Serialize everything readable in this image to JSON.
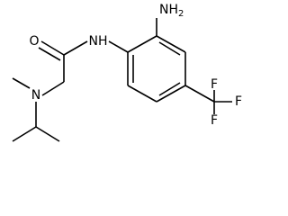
{
  "molecule": {
    "atom_labels": {
      "carbonyl_oxygen": "O",
      "amide_nitrogen": "NH",
      "amine_group": "NH2",
      "dimethylamino_nitrogen": "N",
      "fluorine_top": "F",
      "fluorine_right": "F",
      "fluorine_bottom": "F"
    }
  }
}
